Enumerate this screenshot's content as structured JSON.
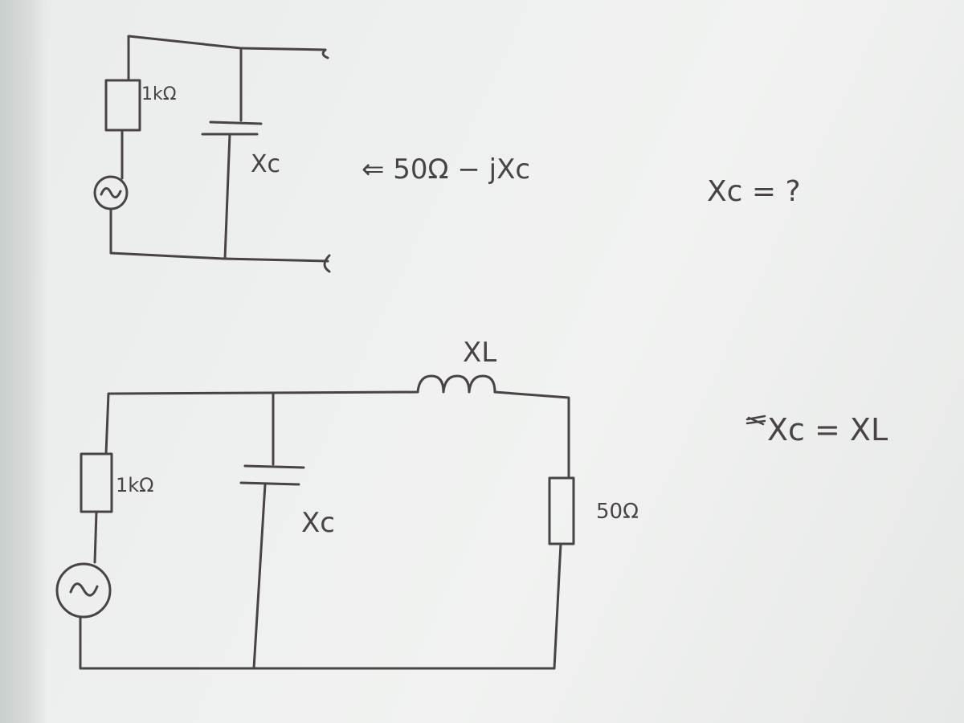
{
  "circuit_top": {
    "resistor_label": "1kΩ",
    "capacitor_label": "Xc",
    "impedance_expression": "⇐ 50Ω − jXc",
    "question": "Xc = ?"
  },
  "circuit_bottom": {
    "resistor_label": "1kΩ",
    "capacitor_label": "Xc",
    "inductor_label": "XL",
    "load_label": "50Ω",
    "condition": "Xc = XL"
  },
  "colors": {
    "ink": "#4a4345",
    "paper": "#eef0ef"
  }
}
